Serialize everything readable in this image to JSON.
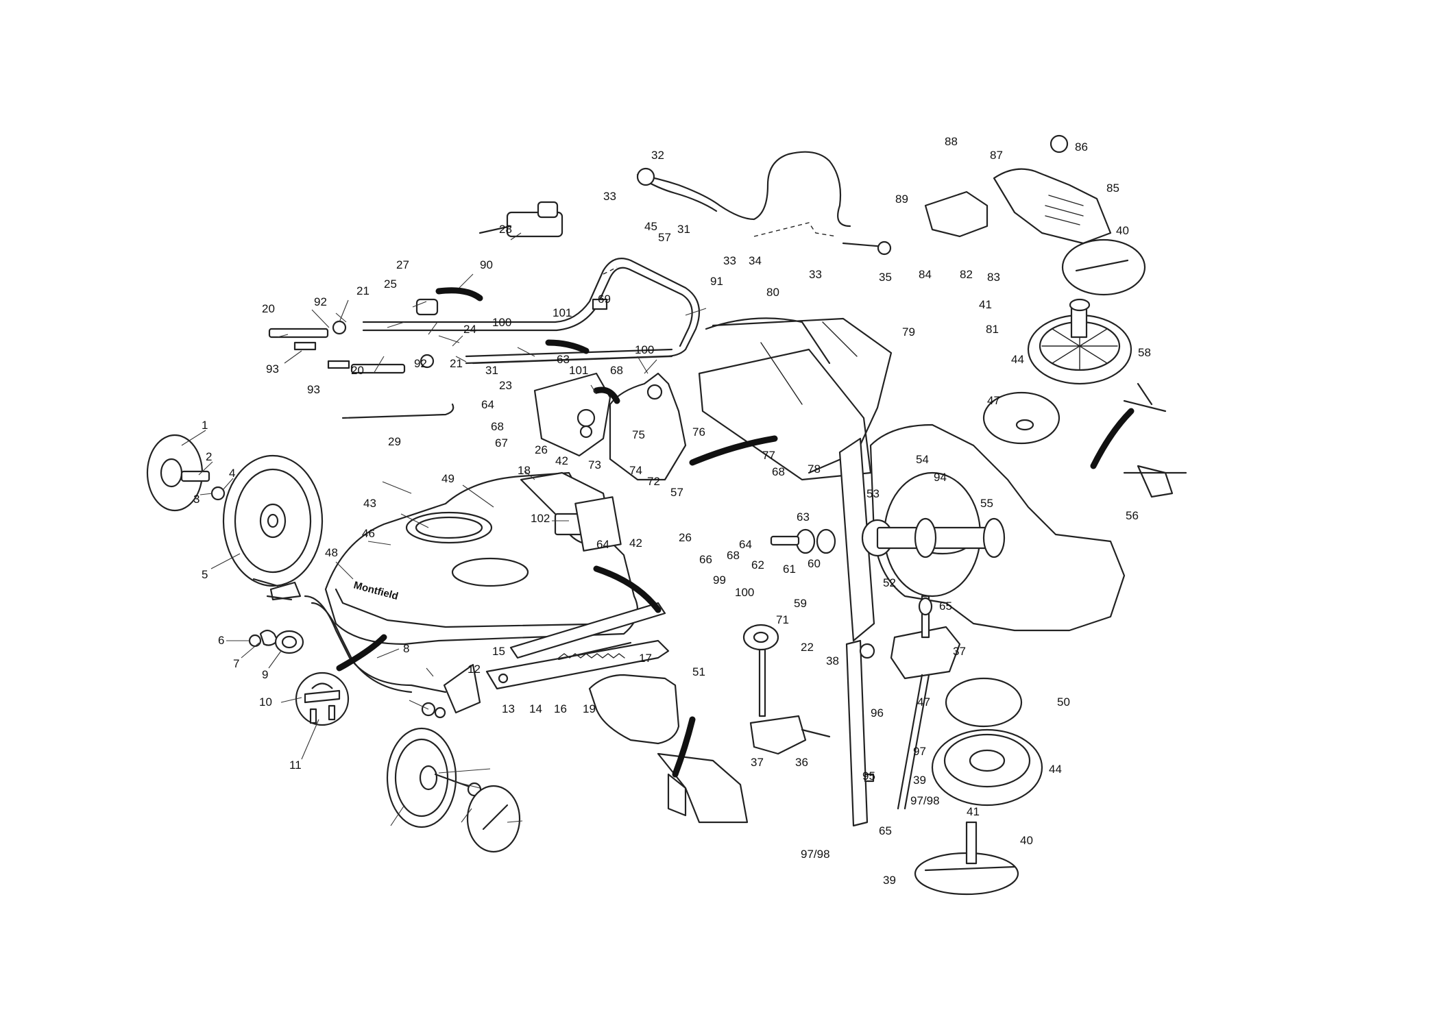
{
  "diagram": {
    "title": "",
    "brand_label": "Montfield",
    "callouts": {
      "c1": "1",
      "c2": "2",
      "c3": "3",
      "c4": "4",
      "c5": "5",
      "c6": "6",
      "c7": "7",
      "c8": "8",
      "c9": "9",
      "c10": "10",
      "c11": "11",
      "c12": "12",
      "c13": "13",
      "c14": "14",
      "c15": "15",
      "c16": "16",
      "c17": "17",
      "c18": "18",
      "c19": "19",
      "c20": "20",
      "c21": "21",
      "c22": "22",
      "c23": "23",
      "c24": "24",
      "c25": "25",
      "c26": "26",
      "c27": "27",
      "c28": "28",
      "c29": "29",
      "c31": "31",
      "c32": "32",
      "c33": "33",
      "c34": "34",
      "c35": "35",
      "c36": "36",
      "c37": "37",
      "c38": "38",
      "c39": "39",
      "c40": "40",
      "c41": "41",
      "c42": "42",
      "c43": "43",
      "c44": "44",
      "c45": "45",
      "c46": "46",
      "c47": "47",
      "c48": "48",
      "c49": "49",
      "c50": "50",
      "c51": "51",
      "c52": "52",
      "c53": "53",
      "c54": "54",
      "c55": "55",
      "c56": "56",
      "c57": "57",
      "c58": "58",
      "c59": "59",
      "c60": "60",
      "c61": "61",
      "c62": "62",
      "c63": "63",
      "c64": "64",
      "c65": "65",
      "c66": "66",
      "c67": "67",
      "c68": "68",
      "c69": "69",
      "c71": "71",
      "c72": "72",
      "c73": "73",
      "c74": "74",
      "c75": "75",
      "c76": "76",
      "c77": "77",
      "c78": "78",
      "c79": "79",
      "c80": "80",
      "c81": "81",
      "c82": "82",
      "c83": "83",
      "c84": "84",
      "c85": "85",
      "c86": "86",
      "c87": "87",
      "c88": "88",
      "c89": "89",
      "c90": "90",
      "c91": "91",
      "c92": "92",
      "c93": "93",
      "c94": "94",
      "c95": "95",
      "c96": "96",
      "c97": "97",
      "c9798": "97/98",
      "c99": "99",
      "c100": "100",
      "c101": "101",
      "c102": "102"
    }
  }
}
